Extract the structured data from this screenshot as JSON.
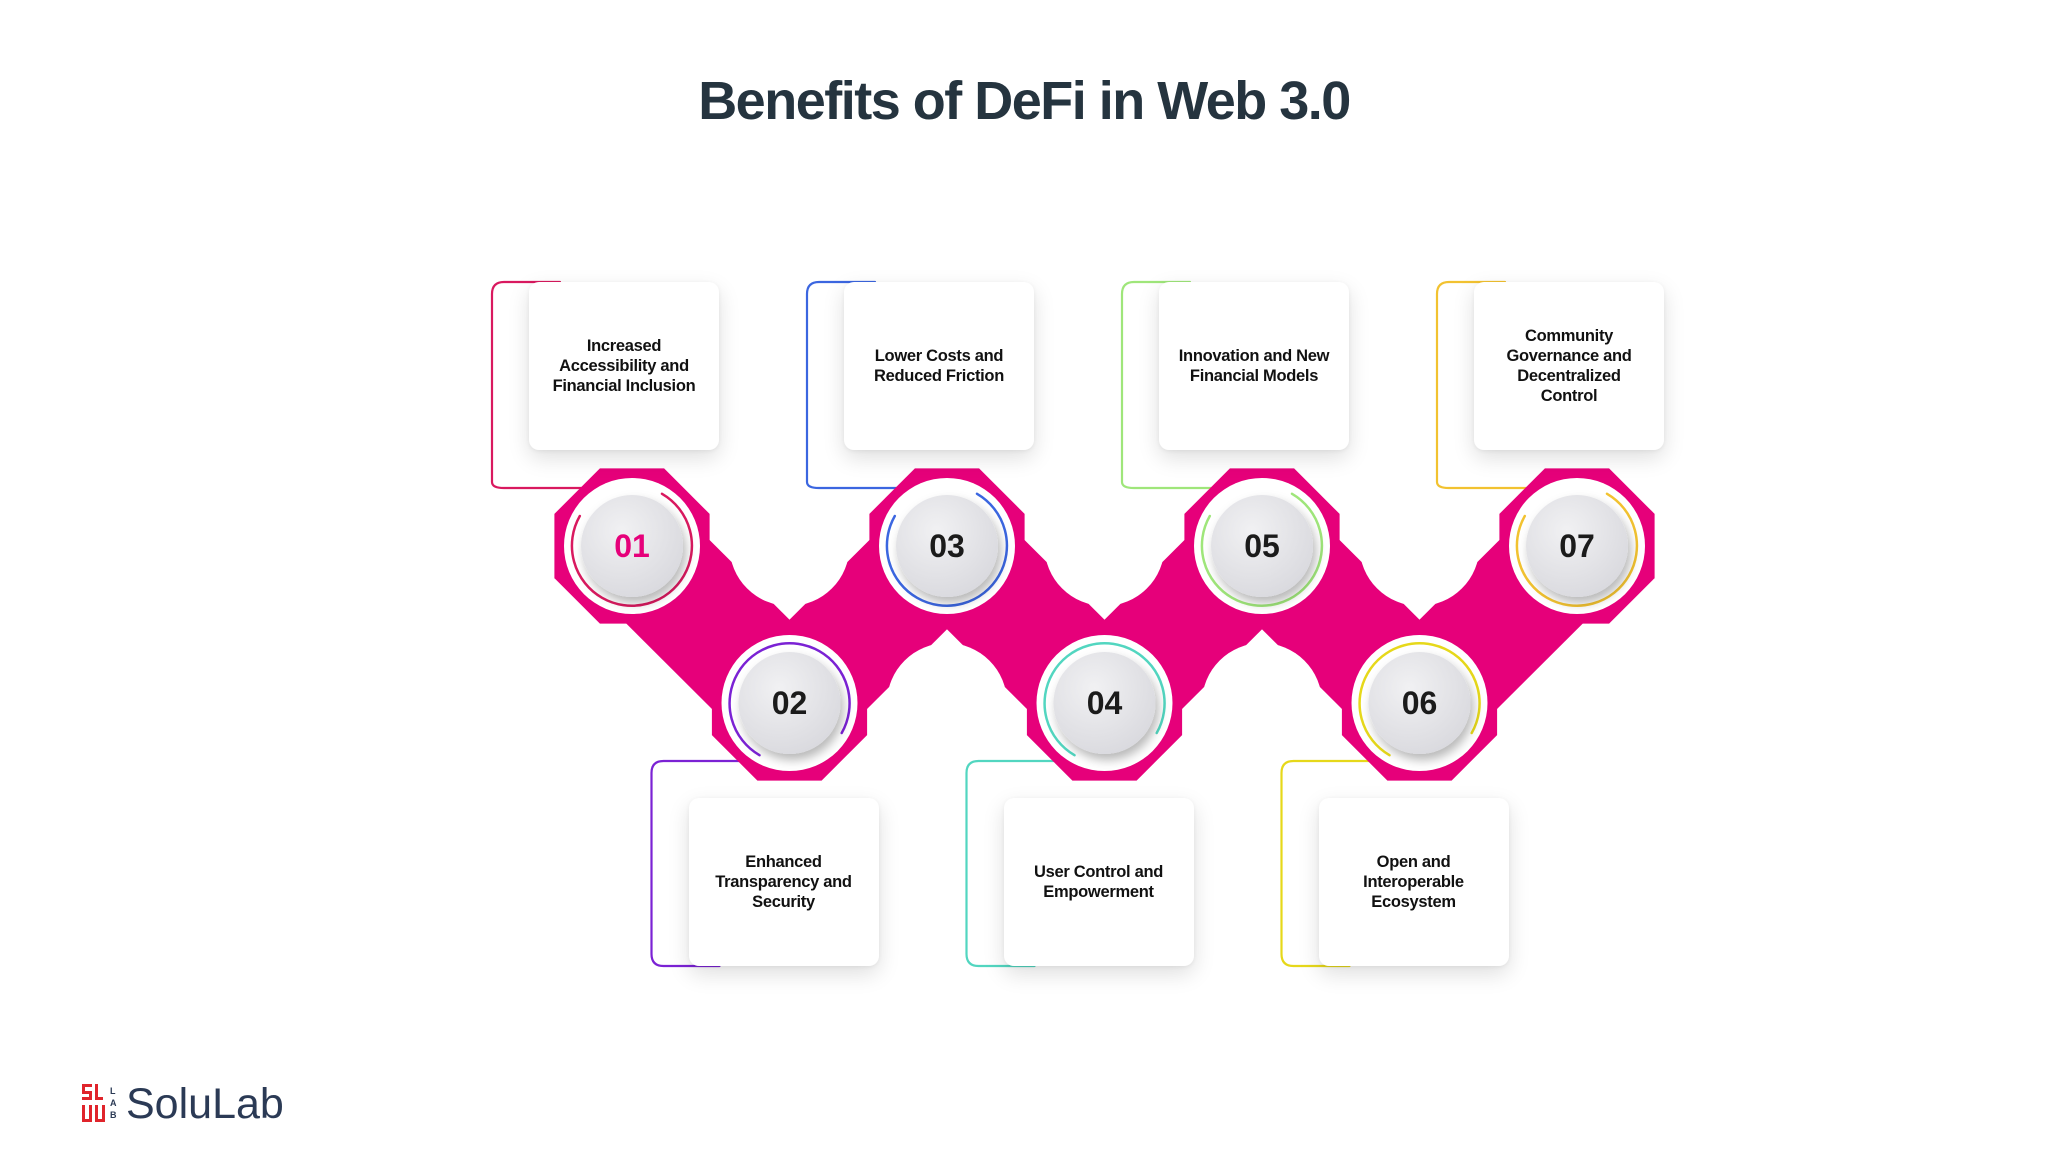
{
  "title": "Benefits of DeFi in Web 3.0",
  "brand": {
    "name": "SoluLab",
    "mark_letters": "LAB"
  },
  "accent_color": "#e6007a",
  "steps": [
    {
      "number": "01",
      "label": "Increased Accessibility and Financial Inclusion",
      "color": "#d9195f",
      "position": "top"
    },
    {
      "number": "02",
      "label": "Enhanced Transparency and Security",
      "color": "#7b22d4",
      "position": "bottom"
    },
    {
      "number": "03",
      "label": "Lower Costs and Reduced Friction",
      "color": "#3b66e0",
      "position": "top"
    },
    {
      "number": "04",
      "label": "User Control and Empowerment",
      "color": "#52d6c0",
      "position": "bottom"
    },
    {
      "number": "05",
      "label": "Innovation and New Financial Models",
      "color": "#9fe67a",
      "position": "top"
    },
    {
      "number": "06",
      "label": "Open and Interoperable Ecosystem",
      "color": "#e6d81a",
      "position": "bottom"
    },
    {
      "number": "07",
      "label": "Community Governance and Decentralized Control",
      "color": "#f2c230",
      "position": "top"
    }
  ]
}
